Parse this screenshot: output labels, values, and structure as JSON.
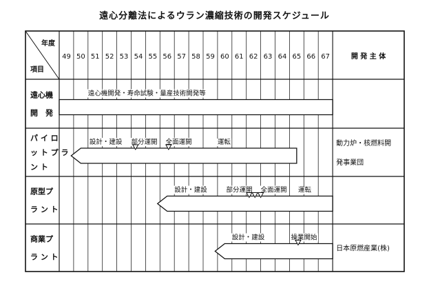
{
  "title": "遠心分離法によるウラン濃縮技術の開発スケジュール",
  "header": {
    "year_label": "年度",
    "item_label": "項目",
    "entity_label": "開 発 主 体"
  },
  "years": [
    "49",
    "50",
    "51",
    "52",
    "53",
    "54",
    "55",
    "56",
    "57",
    "58",
    "59",
    "60",
    "61",
    "62",
    "63",
    "64",
    "65",
    "66",
    "67"
  ],
  "rows": [
    {
      "lines": [
        "遠心機",
        "開　発"
      ],
      "entity": [],
      "bar": {
        "start": 49,
        "end": 67,
        "arrow": false
      },
      "labels": [
        {
          "text": "遠心機開発・寿命試験・量産技術開発等",
          "at": 51.0
        }
      ],
      "markers": []
    },
    {
      "lines": [
        "パ イ ロ",
        "ッ ト プ ラ",
        "ン ト"
      ],
      "entity": [
        "動力炉・核燃料開",
        "発事業団"
      ],
      "bar": {
        "start": 50.5,
        "end": 64.5,
        "arrow": true
      },
      "labels": [
        {
          "text": "設計・建設",
          "at": 51.1
        },
        {
          "text": "部分運開",
          "at": 54.0
        },
        {
          "text": "全面運開",
          "at": 56.4
        },
        {
          "text": "運転",
          "at": 60.0
        }
      ],
      "markers": [
        54.3,
        56.6
      ]
    },
    {
      "lines": [
        "原型プ",
        "ラ ン ト"
      ],
      "entity": [],
      "bar": {
        "start": 56.5,
        "end": 67,
        "arrow": true
      },
      "labels": [
        {
          "text": "設計・建設",
          "at": 57.0
        },
        {
          "text": "部分運開",
          "at": 60.6
        },
        {
          "text": "全面運開",
          "at": 63.0
        },
        {
          "text": "運転",
          "at": 65.6
        }
      ],
      "markers": [
        62.2,
        62.6,
        63.0
      ]
    },
    {
      "lines": [
        "商業プ",
        "ラ ン ト"
      ],
      "entity": [
        "日本原燃産業(株)"
      ],
      "bar": {
        "start": 60.5,
        "end": 67,
        "arrow": true
      },
      "labels": [
        {
          "text": "設計・建設",
          "at": 61.0
        },
        {
          "text": "操業開始",
          "at": 65.1
        }
      ],
      "markers": [
        65.6
      ]
    }
  ]
}
